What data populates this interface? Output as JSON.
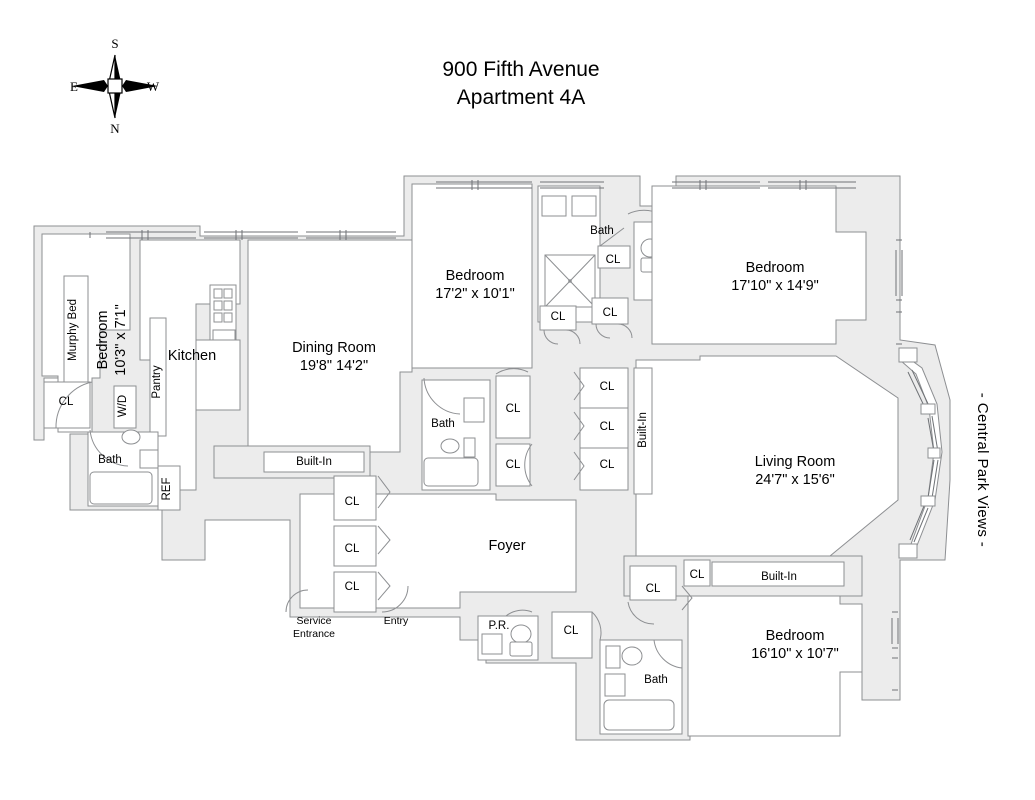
{
  "document": {
    "title_line1": "900 Fifth Avenue",
    "title_line2": "Apartment 4A",
    "type": "residential-floor-plan"
  },
  "compass": {
    "name": "compass-rose",
    "top": "S",
    "bottom": "N",
    "left": "E",
    "right": "W",
    "note": "inverted orientation"
  },
  "annotations": {
    "central_park_views": "- Central Park Views -"
  },
  "rooms": [
    {
      "id": "bedroom-murphy",
      "name": "Bedroom",
      "dimensions": "10'3\" x 7'1\""
    },
    {
      "id": "bedroom-center",
      "name": "Bedroom",
      "dimensions": "17'2\" x 10'1\""
    },
    {
      "id": "bedroom-upper-right",
      "name": "Bedroom",
      "dimensions": "17'10\" x 14'9\""
    },
    {
      "id": "bedroom-lower-right",
      "name": "Bedroom",
      "dimensions": "16'10\" x 10'7\""
    },
    {
      "id": "living-room",
      "name": "Living Room",
      "dimensions": "24'7\" x 15'6\""
    },
    {
      "id": "dining-room",
      "name": "Dining Room",
      "dimensions": "19'8\" 14'2\""
    },
    {
      "id": "kitchen",
      "name": "Kitchen",
      "dimensions": ""
    },
    {
      "id": "foyer",
      "name": "Foyer",
      "dimensions": ""
    }
  ],
  "labels": {
    "murphy_bed": "Murphy Bed",
    "pantry": "Pantry",
    "washer_dryer": "W/D",
    "refrigerator": "REF",
    "closet": "CL",
    "built_in": "Built-In",
    "bath": "Bath",
    "powder_room": "P.R.",
    "entry": "Entry",
    "service_entrance_line1": "Service",
    "service_entrance_line2": "Entrance"
  },
  "baths": [
    {
      "id": "bath-west",
      "label": "Bath"
    },
    {
      "id": "bath-dining",
      "label": "Bath"
    },
    {
      "id": "bath-master",
      "label": "Bath"
    },
    {
      "id": "bath-lower-right",
      "label": "Bath"
    }
  ],
  "closets": [
    {
      "id": "cl-west",
      "label": "CL"
    },
    {
      "id": "cl-bath-dining-1",
      "label": "CL"
    },
    {
      "id": "cl-bath-dining-2",
      "label": "CL"
    },
    {
      "id": "cl-foyer-1",
      "label": "CL"
    },
    {
      "id": "cl-foyer-2",
      "label": "CL"
    },
    {
      "id": "cl-foyer-3",
      "label": "CL"
    },
    {
      "id": "cl-master-1",
      "label": "CL"
    },
    {
      "id": "cl-master-2",
      "label": "CL"
    },
    {
      "id": "cl-master-3",
      "label": "CL"
    },
    {
      "id": "cl-living-1",
      "label": "CL"
    },
    {
      "id": "cl-living-2",
      "label": "CL"
    },
    {
      "id": "cl-living-3",
      "label": "CL"
    },
    {
      "id": "cl-lower-1",
      "label": "CL"
    },
    {
      "id": "cl-lower-2",
      "label": "CL"
    },
    {
      "id": "cl-entry",
      "label": "CL"
    }
  ],
  "builtins": [
    {
      "id": "builtin-dining",
      "label": "Built-In"
    },
    {
      "id": "builtin-living",
      "label": "Built-In"
    },
    {
      "id": "builtin-lower",
      "label": "Built-In"
    }
  ],
  "colors": {
    "wall_fill": "#ececec",
    "wall_stroke": "#8d8f92",
    "room_fill": "#ffffff",
    "text": "#000000",
    "page_background": "#ffffff"
  }
}
